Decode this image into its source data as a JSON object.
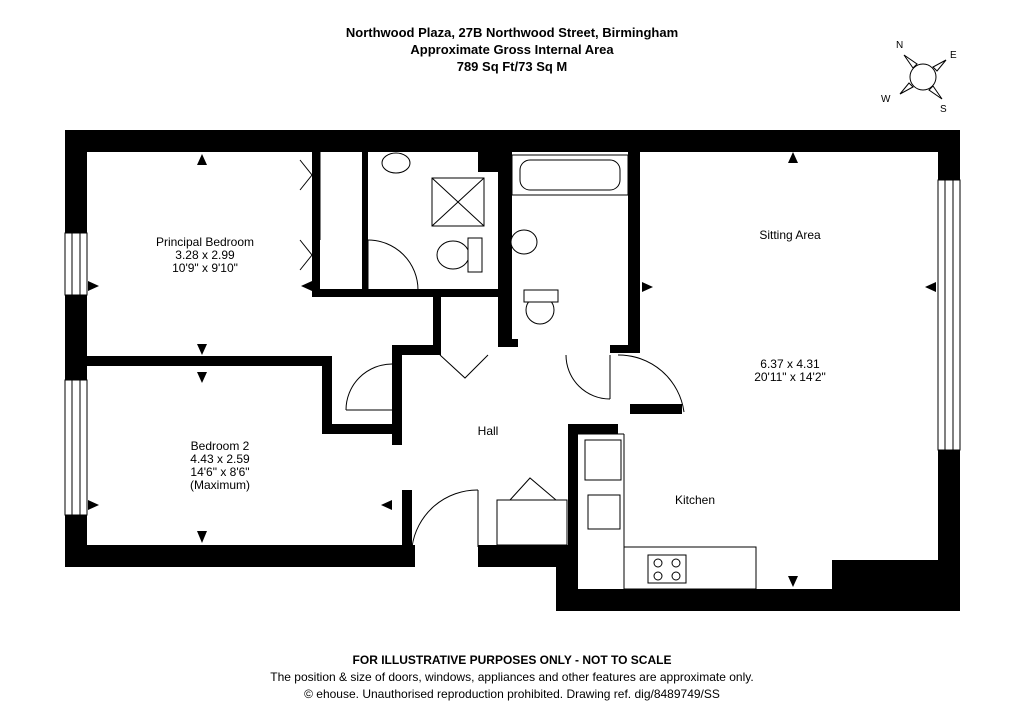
{
  "header": {
    "line1": "Northwood Plaza, 27B Northwood Street, Birmingham",
    "line2": "Approximate Gross Internal Area",
    "line3": "789 Sq Ft/73 Sq M"
  },
  "compass": {
    "n": "N",
    "e": "E",
    "s": "S",
    "w": "W"
  },
  "rooms": {
    "principal": {
      "name": "Principal Bedroom",
      "metric": "3.28 x 2.99",
      "imperial": "10'9\" x 9'10\""
    },
    "bedroom2": {
      "name": "Bedroom 2",
      "metric": "4.43 x 2.59",
      "imperial": "14'6\" x 8'6\"",
      "note": "(Maximum)"
    },
    "sitting": {
      "name": "Sitting Area",
      "metric": "6.37 x 4.31",
      "imperial": "20'11\" x 14'2\""
    },
    "hall": {
      "name": "Hall"
    },
    "kitchen": {
      "name": "Kitchen"
    }
  },
  "footer": {
    "line1": "FOR ILLUSTRATIVE PURPOSES ONLY - NOT TO SCALE",
    "line2": "The position & size of doors, windows, appliances and other features are approximate only.",
    "line3": "© ehouse. Unauthorised reproduction prohibited. Drawing ref. dig/8489749/SS"
  }
}
